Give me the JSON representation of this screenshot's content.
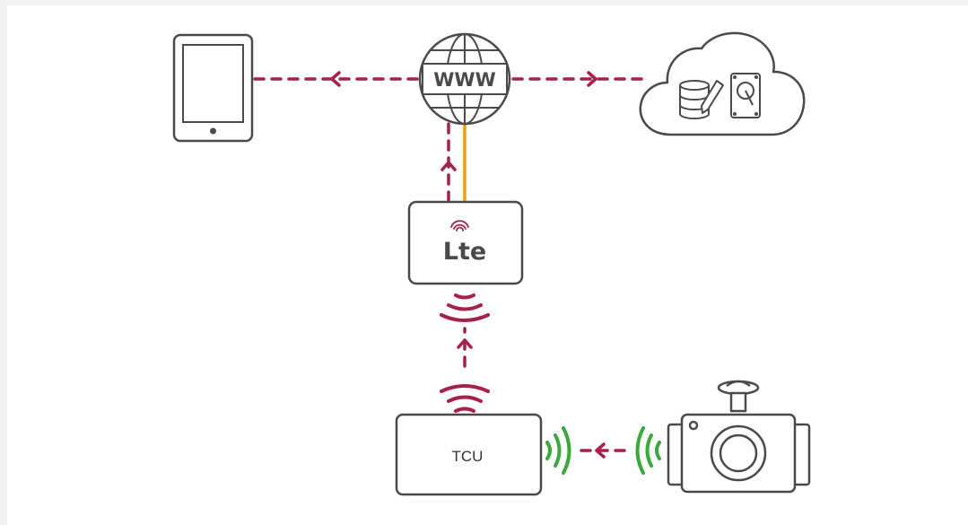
{
  "diagram": {
    "tcu_label": "TCU",
    "lte_label": "Lte",
    "internet_label": "WWW",
    "colors": {
      "stroke": "#4a4a4a",
      "dashed_link": "#a3204f",
      "wired_link": "#f0a000",
      "camera_signal": "#3aa83a",
      "background": "#ffffff"
    },
    "nodes": [
      "tablet-icon",
      "globe-icon",
      "cloud-icon",
      "database-icon",
      "hard-drive-icon",
      "lte-router",
      "tcu-box",
      "camera-icon"
    ],
    "links": [
      {
        "from": "globe-icon",
        "to": "tablet-icon",
        "style": "dashed"
      },
      {
        "from": "globe-icon",
        "to": "cloud-icon",
        "style": "dashed"
      },
      {
        "from": "lte-router",
        "to": "globe-icon",
        "style": "dashed"
      },
      {
        "from": "lte-router",
        "to": "globe-icon",
        "style": "wired"
      },
      {
        "from": "tcu-box",
        "to": "lte-router",
        "style": "dashed-wireless"
      },
      {
        "from": "camera-icon",
        "to": "tcu-box",
        "style": "dashed-wireless"
      }
    ]
  }
}
